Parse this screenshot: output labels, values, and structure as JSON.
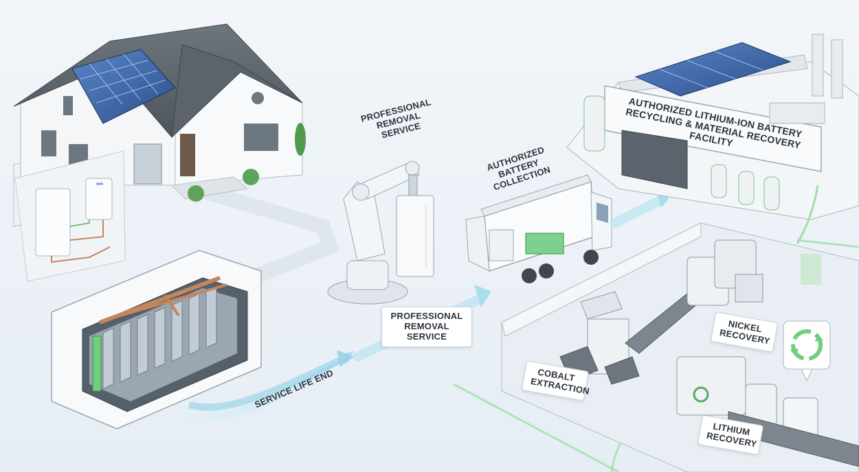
{
  "labels": {
    "service_life_end": "SERVICE LIFE END",
    "professional_removal_top": "PROFESSIONAL REMOVAL SERVICE",
    "professional_removal_mid": "PROFESSIONAL REMOVAL SERVICE",
    "authorized_collection": "AUTHORIZED BATTERY COLLECTION",
    "facility_sign": "AUTHORIZED LITHIUM-ION BATTERY RECYCLING & MATERIAL RECOVERY FACILITY",
    "cobalt": "COBALT EXTRACTION",
    "nickel": "NICKEL RECOVERY",
    "lithium": "LITHIUM RECOVERY"
  },
  "icons": {
    "recycle": "recycle-icon",
    "solar": "solar-panel-icon",
    "robot": "robot-arm-icon",
    "truck": "truck-icon"
  },
  "colors": {
    "accent_green": "#7ed08e",
    "flow_blue": "#bfe6f2",
    "copper": "#c7855a"
  }
}
